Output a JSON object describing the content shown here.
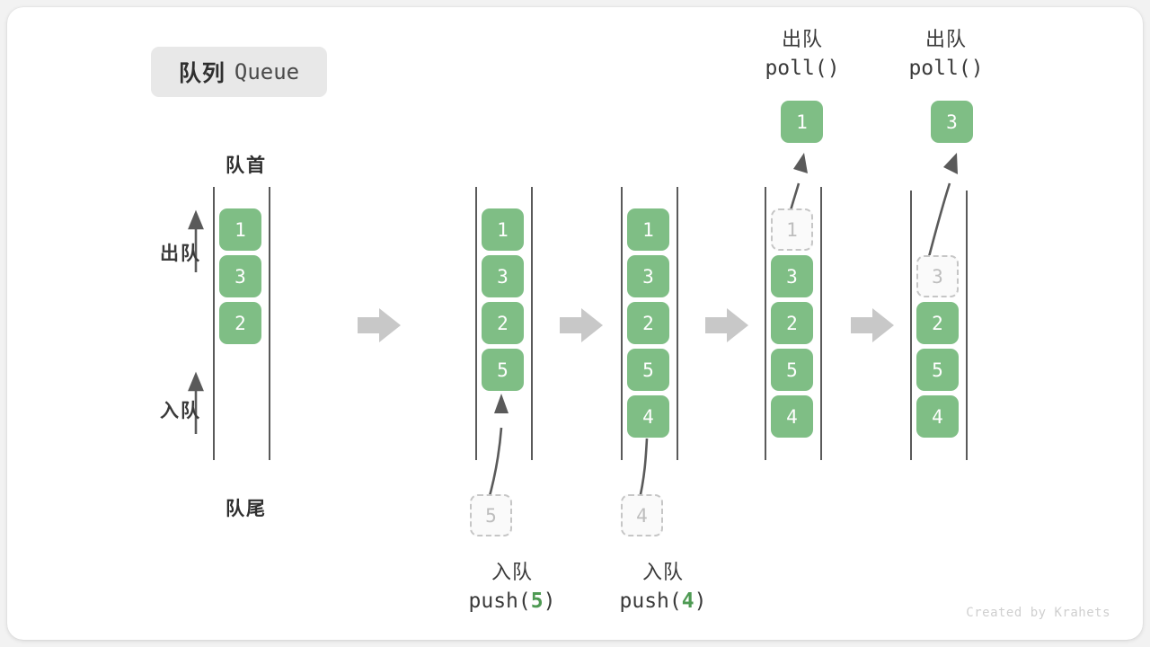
{
  "title": {
    "cn": "队列",
    "en": "Queue"
  },
  "labels": {
    "head": "队首",
    "tail": "队尾",
    "dequeue_side": "出队",
    "enqueue_side": "入队"
  },
  "colors": {
    "cell_green": "#7fbe85",
    "ghost_border": "#c6c6c6",
    "ghost_text": "#bdbdbd",
    "rail": "#5a5a5a",
    "arrow_gray": "#c8c8c8",
    "curve_arrow": "#5a5a5a",
    "badge_bg": "#e8e8e8",
    "accent_text": "#4e9a53"
  },
  "watermark": "Created by Krahets",
  "operations": {
    "push5": {
      "cn": "入队",
      "fn": "push(",
      "arg": "5",
      "close": ")"
    },
    "push4": {
      "cn": "入队",
      "fn": "push(",
      "arg": "4",
      "close": ")"
    },
    "poll1": {
      "cn": "出队",
      "code": "poll()"
    },
    "poll2": {
      "cn": "出队",
      "code": "poll()"
    }
  },
  "columns": [
    {
      "id": "initial",
      "cells": [
        {
          "value": "1",
          "state": "filled"
        },
        {
          "value": "3",
          "state": "filled"
        },
        {
          "value": "2",
          "state": "filled"
        }
      ]
    },
    {
      "id": "after-push-5",
      "cells": [
        {
          "value": "1",
          "state": "filled"
        },
        {
          "value": "3",
          "state": "filled"
        },
        {
          "value": "2",
          "state": "filled"
        },
        {
          "value": "5",
          "state": "filled"
        }
      ],
      "incoming": {
        "value": "5",
        "state": "ghost"
      }
    },
    {
      "id": "after-push-4",
      "cells": [
        {
          "value": "1",
          "state": "filled"
        },
        {
          "value": "3",
          "state": "filled"
        },
        {
          "value": "2",
          "state": "filled"
        },
        {
          "value": "5",
          "state": "filled"
        },
        {
          "value": "4",
          "state": "filled"
        }
      ],
      "incoming": {
        "value": "4",
        "state": "ghost"
      }
    },
    {
      "id": "after-poll-1",
      "cells": [
        {
          "value": "1",
          "state": "ghost"
        },
        {
          "value": "3",
          "state": "filled"
        },
        {
          "value": "2",
          "state": "filled"
        },
        {
          "value": "5",
          "state": "filled"
        },
        {
          "value": "4",
          "state": "filled"
        }
      ],
      "outgoing": {
        "value": "1",
        "state": "filled"
      }
    },
    {
      "id": "after-poll-2",
      "cells": [
        {
          "value": "3",
          "state": "ghost"
        },
        {
          "value": "2",
          "state": "filled"
        },
        {
          "value": "5",
          "state": "filled"
        },
        {
          "value": "4",
          "state": "filled"
        }
      ],
      "outgoing": {
        "value": "3",
        "state": "filled"
      }
    }
  ]
}
